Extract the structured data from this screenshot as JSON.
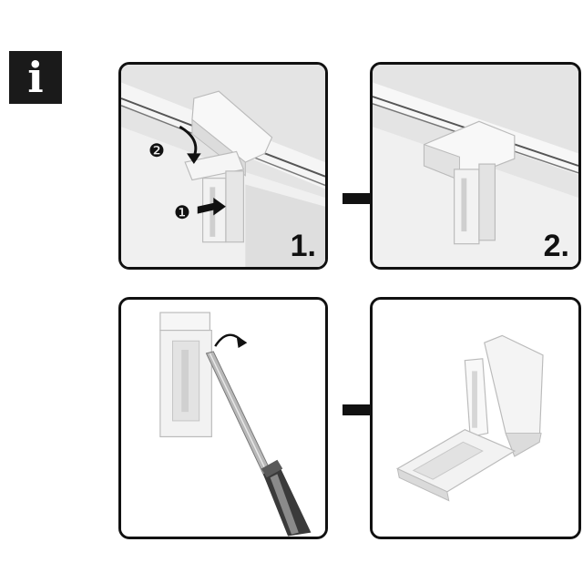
{
  "info_icon": {
    "glyph": "i",
    "icon": "info-icon"
  },
  "panels": [
    {
      "step": "1.",
      "markers": [
        "❷",
        "❶"
      ]
    },
    {
      "step": "2."
    },
    {},
    {}
  ],
  "colors": {
    "frame": "#111111",
    "part": "#f2f2f2",
    "shade": "#d4d4d4",
    "background": "#ffffff"
  }
}
